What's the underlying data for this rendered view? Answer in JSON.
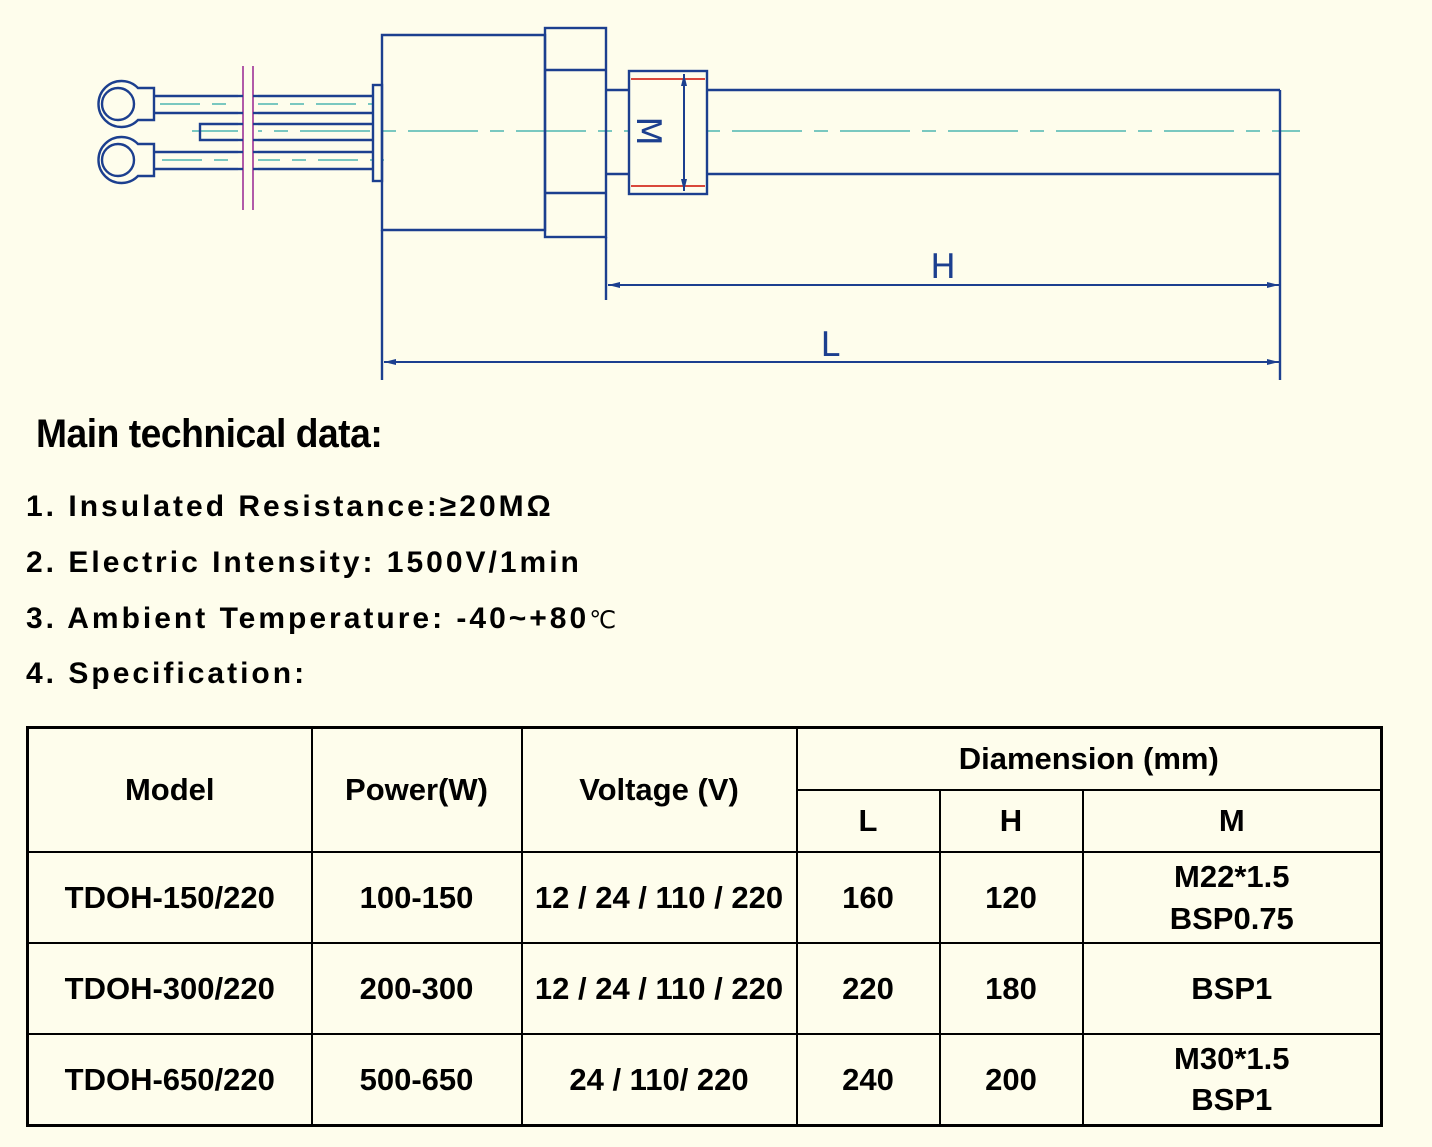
{
  "drawing": {
    "labels": {
      "thread": "M",
      "heated_length": "H",
      "total_length": "L"
    },
    "colors": {
      "outline": "#1c3f8f",
      "centerline": "#7ac8c0",
      "break_mark": "#b15aa8",
      "thread_mark": "#d9483b"
    }
  },
  "section": {
    "title": "Main technical data:"
  },
  "specs": [
    {
      "label": "1. Insulated Resistance:",
      "value": "≥20MΩ",
      "unit": ""
    },
    {
      "label": "2. Electric Intensity: ",
      "value": "1500V/1min",
      "unit": ""
    },
    {
      "label": "3. Ambient Temperature: ",
      "value": "-40~+80",
      "unit": "℃"
    },
    {
      "label": "4. Specification:",
      "value": "",
      "unit": ""
    }
  ],
  "table": {
    "headers": {
      "model": "Model",
      "power": "Power(W)",
      "voltage": "Voltage (V)",
      "dimension_group": "Diamension (mm)",
      "L": "L",
      "H": "H",
      "M": "M"
    },
    "rows": [
      {
        "model": "TDOH-150/220",
        "power": "100-150",
        "voltage": "12 / 24 / 110 / 220",
        "L": "160",
        "H": "120",
        "M": [
          "M22*1.5",
          "BSP0.75"
        ]
      },
      {
        "model": "TDOH-300/220",
        "power": "200-300",
        "voltage": "12 / 24 / 110 / 220",
        "L": "220",
        "H": "180",
        "M": [
          "BSP1"
        ]
      },
      {
        "model": "TDOH-650/220",
        "power": "500-650",
        "voltage": "24 / 110/ 220",
        "L": "240",
        "H": "200",
        "M": [
          "M30*1.5",
          "BSP1"
        ]
      }
    ]
  }
}
